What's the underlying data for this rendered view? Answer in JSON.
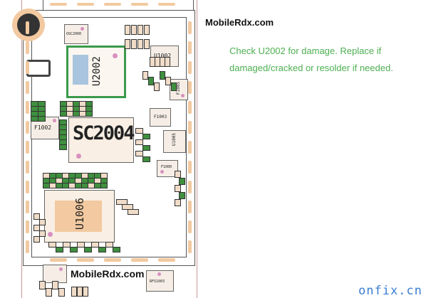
{
  "watermark_top": "MobileRdx.com",
  "watermark_bottom": "MobileRdx.com",
  "instruction": {
    "line1": "Check U2002 for damage. Replace if",
    "line2": "damaged/cracked or resolder if needed."
  },
  "site_mark": "onfix.cn",
  "components": {
    "u2002": "U2002",
    "u1002": "U1002",
    "osc": "OSC2000",
    "f1002": "F1002",
    "sc2004": "SC2004",
    "u1005": "U1005",
    "f1003": "F1003",
    "f1005": "F1005",
    "f1000": "F1000",
    "u1006": "U1006",
    "rfs": "RFS1003"
  },
  "colors": {
    "highlight": "#3a9a4a",
    "instruction": "#4caf50",
    "site_mark": "#3a7fd0"
  }
}
